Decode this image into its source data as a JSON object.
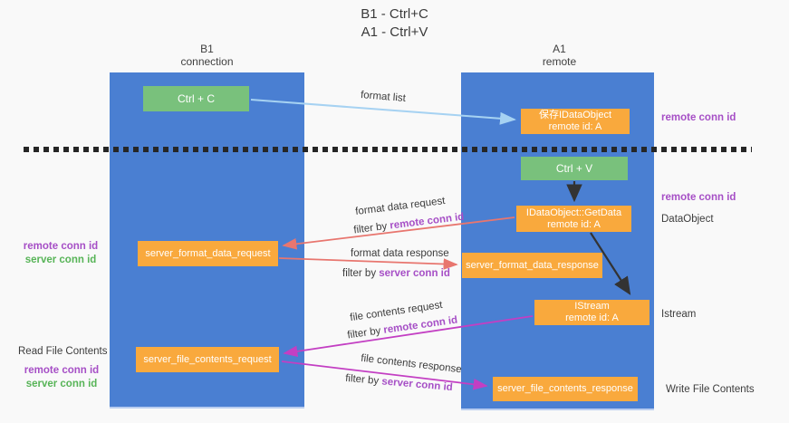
{
  "title": {
    "line1": "B1 - Ctrl+C",
    "line2": "A1 - Ctrl+V"
  },
  "columns": {
    "left": {
      "name": "B1",
      "role": "connection"
    },
    "right": {
      "name": "A1",
      "role": "remote"
    }
  },
  "boxes": {
    "ctrl_c": "Ctrl + C",
    "ctrl_v": "Ctrl + V",
    "save_idataobject": {
      "line1": "保存IDataObject",
      "line2": "remote id: A"
    },
    "getdata": {
      "line1": "IDataObject::GetData",
      "line2": "remote id: A"
    },
    "istream": {
      "line1": "IStream",
      "line2": "remote id: A"
    },
    "server_format_data_request": "server_format_data_request",
    "server_format_data_response": "server_format_data_response",
    "server_file_contents_request": "server_file_contents_request",
    "server_file_contents_response": "server_file_contents_response"
  },
  "arrow_labels": {
    "format_list": "format list",
    "format_data_request": "format data request",
    "format_data_response": "format data response",
    "file_contents_request": "file contents request",
    "file_contents_response": "file contents response",
    "filter_by": "filter by ",
    "remote_conn_id": "remote conn id",
    "server_conn_id": "server conn id"
  },
  "side_labels": {
    "remote_conn_id_top_right": "remote conn id",
    "remote_conn_id_mid_right": "remote conn id",
    "dataobject": "DataObject",
    "istream": "Istream",
    "write_file_contents": "Write File Contents",
    "read_file_contents": "Read File Contents",
    "remote_conn_id_left": "remote conn id",
    "server_conn_id_left": "server conn id",
    "remote_conn_id_bottom_left": "remote conn id",
    "server_conn_id_bottom_left": "server conn id"
  },
  "colors": {
    "background": "#f9f9f9",
    "column_blue": "#4a7fd2",
    "box_green": "#79c17c",
    "box_orange": "#f9a93d",
    "arrow_light_blue": "#a6d2f2",
    "arrow_salmon": "#e8766f",
    "arrow_magenta": "#c33fc3",
    "arrow_black": "#333333",
    "text_purple": "#a64fc6",
    "text_green": "#57b457",
    "text_dark": "#3c3c3c"
  }
}
